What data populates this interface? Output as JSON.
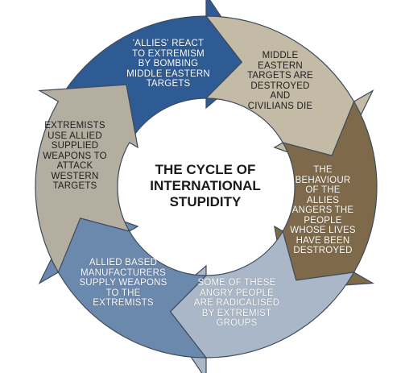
{
  "diagram": {
    "title_lines": [
      "THE CYCLE OF",
      "INTERNATIONAL",
      "STUPIDITY"
    ],
    "segments": [
      {
        "lines": [
          "'ALLIES' REACT",
          "TO EXTREMISM",
          "BY BOMBING",
          "MIDDLE EASTERN",
          "TARGETS"
        ],
        "color": "#2e5b94"
      },
      {
        "lines": [
          "MIDDLE",
          "EASTERN",
          "TARGETS ARE",
          "DESTROYED",
          "AND",
          "CIVILIANS DIE"
        ],
        "color": "#c4bba7"
      },
      {
        "lines": [
          "THE",
          "BEHAVIOUR",
          "OF THE",
          "ALLIES",
          "ANGERS THE",
          "PEOPLE",
          "WHOSE LIVES",
          "HAVE BEEN",
          "DESTROYED"
        ],
        "color": "#7e6a4b"
      },
      {
        "lines": [
          "SOME OF THESE",
          "ANGRY PEOPLE",
          "ARE RADICALISED",
          "BY EXTREMIST",
          "GROUPS"
        ],
        "color": "#a9b7c8"
      },
      {
        "lines": [
          "ALLIED BASED",
          "MANUFACTURERS",
          "SUPPLY WEAPONS",
          "TO THE",
          "EXTREMISTS"
        ],
        "color": "#6b88ad"
      },
      {
        "lines": [
          "EXTREMISTS",
          "USE ALLIED",
          "SUPPLIED",
          "WEAPONS TO",
          "ATTACK",
          "WESTERN",
          "TARGETS"
        ],
        "color": "#b3ae9f"
      }
    ]
  }
}
